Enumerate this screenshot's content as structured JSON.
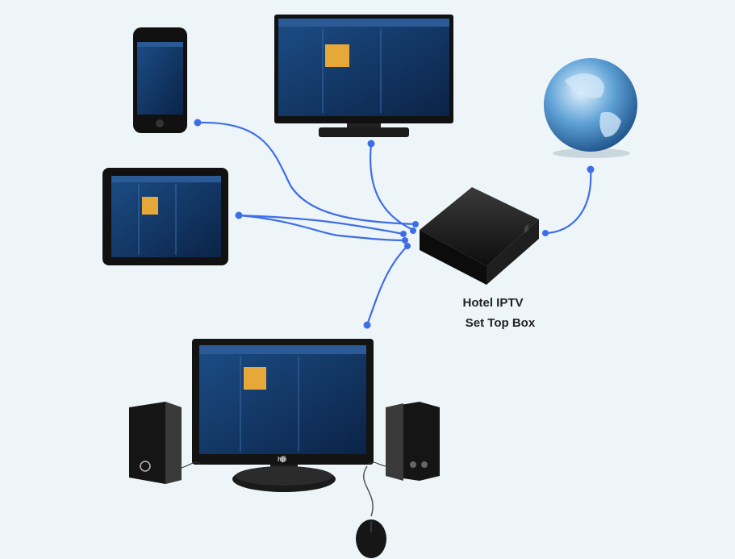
{
  "diagram": {
    "center_label_line1": "Hotel IPTV",
    "center_label_line2": "Set Top Box",
    "nodes": [
      "smartphone",
      "tv",
      "tablet",
      "internet-globe",
      "set-top-box",
      "desktop-monitor",
      "speakers",
      "mouse"
    ],
    "monitor_brand": "hp",
    "colors": {
      "connector": "#3d6ee8",
      "background": "#eef5f9",
      "screen": "#0f2c55",
      "device": "#1a1a1a"
    }
  }
}
